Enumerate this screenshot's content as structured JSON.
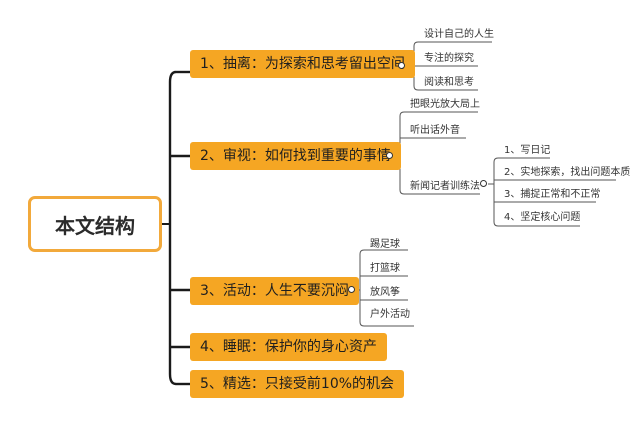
{
  "root": {
    "label": "本文结构"
  },
  "topics": [
    {
      "label": "1、抽离：为探索和思考留出空间",
      "children": [
        "设计自己的人生",
        "专注的探究",
        "阅读和思考"
      ]
    },
    {
      "label": "2、审视：如何找到重要的事情",
      "children": [
        "把眼光放大局上",
        "听出话外音",
        "新闻记者训练法"
      ],
      "subchildren": [
        "1、写日记",
        "2、实地探索，找出问题本质",
        "3、捕捉正常和不正常",
        "4、坚定核心问题"
      ]
    },
    {
      "label": "3、活动：人生不要沉闷",
      "children": [
        "踢足球",
        "打篮球",
        "放风筝",
        "户外活动"
      ]
    },
    {
      "label": "4、睡眠：保护你的身心资产"
    },
    {
      "label": "5、精选：只接受前10%的机会"
    }
  ],
  "colors": {
    "topic_fill": "#f5a623",
    "root_border": "#f2a93b",
    "line": "#1a1a1a"
  }
}
